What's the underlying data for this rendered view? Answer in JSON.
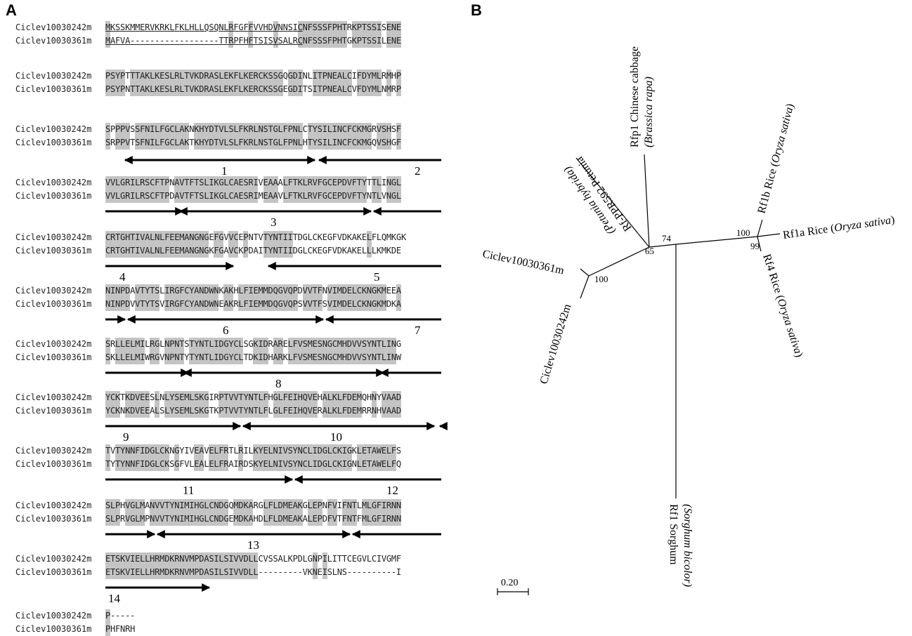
{
  "panels": {
    "a": "A",
    "b": "B"
  },
  "alignment": {
    "seq1_name": "Ciclev10030242m",
    "seq2_name": "Ciclev10030361m",
    "blocks": [
      {
        "s1": "MKSSKMMERVKRKLFKLHLLQSQNLRFGFFVVHDVNNSICNFSSSFPHTRKPTSSISENE",
        "s2": "MAFVA------------------TTRPFHFTSISVSALRCNFSSSFPHTGKPTSSILENE"
      },
      {
        "s1": "PSYPTTTAKLKESLRLTVKDRASLEKFLKERCKSSGQGDINLITPNEALCIFDYMLRMHP",
        "s2": "PSYPNTTAKLKESLRLTVKDRASLEKFLKERCKSSGEGDITSITPNEALCVFDYMLNMRP"
      },
      {
        "s1": "SPPPVSSFNILFGCLAKNKHYDTVLSLFKRLNSTGLFPNLCTYSILINCFCKMGRVSHSF",
        "s2": "SRPPVTSFNILFGCLAKTKHYDTVLSLFKRLNSTGLFPNLHTYSILINCFCKMGQVSHGF"
      },
      {
        "s1": "VVLGRILRSCFTPNAVTFTSLIKGLCAESRIVEAAALFTKLRVFGCEPDVFTYTTLINGL",
        "s2": "VVLGRILRSCFTPDAVTFTSLIKGLCAESRIMEAAVLFTKLRVFGCEPDVFTYNTLVNGL"
      },
      {
        "s1": "CRTGHTIVALNLFEEMANGNGEFGVVCEPNTVTYNTIITDGLCKEGFVDKAKELFLQMKGK",
        "s2": "CRTGHTIVALNLFEEMANGNGKFGAVCKPDAITYNTIIDGLCKEGFVDKAKELLLKMKDE"
      },
      {
        "s1": "NINPDAVTYTSLIRGFCYANDWNKAKHLFIEMMDQGVQPDVVTFNVIMDELCKNGKMEEA",
        "s2": "NINPDVVTYTSVIRGFCYANDWNEAKRLFIEMMDQGVQPSVVTFSVIMDELCKNGKMDKA"
      },
      {
        "s1": "SRLLELMILRGLNPNTSTYNTLIDGYCLSGKIDRARELFVSMESNGCMHDVVSYNTLING",
        "s2": "SKLLELMIWRGVNPNTYTYNTLIDGYCLTDKIDHARKLFVSMESNGCMHDVVSYNTLINW"
      },
      {
        "s1": "YCKTKDVEESLNLYSEMLSKGIRPTVVTYNTLFHGLFEIHQVEHALKLFDEMQHNYVAAD",
        "s2": "YCKNKDVEEALSLYSEMLSKGTKPTVVTYNTLFLGLFEIHQVERALKLFDEMRRNHVAAD"
      },
      {
        "s1": "TVTYNNFIDGLCKNGYIVEAVELFRTLRILKYELNIVSYNCLIDGLCKIGKLETAWELFS",
        "s2": "TYTYNNFIDGLCKSGFVLEALELFRAIRDSKYELNIVSYNCLIDGLCKIGNLETAWELFQ"
      },
      {
        "s1": "SLPHVGLMANVVTYNIMIHGLCNDGQMDKARGLFLDMEAKGLEPNFVIFNTLMLGFIRNN",
        "s2": "SLPRVGLMPNVVTYNIMIHGLCNDGEMDKAHDLFLDMEAKALEPDFVTFNTFMLGFIRNN"
      },
      {
        "s1": "ETSKVIELLHRMDKRNVMPDASILSIVVDLLCVSSALKPDLGNPILITTCEGVLCIVGMF",
        "s2": "ETSKVIELLHRMDKRNVMPDASILSIVVDLL---------VKNEISLNS----------I"
      },
      {
        "s1": "P-----",
        "s2": "PHFNRH"
      }
    ],
    "motifs": [
      "1",
      "2",
      "3",
      "4",
      "5",
      "6",
      "7",
      "8",
      "9",
      "10",
      "11",
      "12",
      "13",
      "14"
    ]
  },
  "tree": {
    "taxa": {
      "rfp1_name": "Rfp1 Chinese cabbage",
      "rfp1_species": "(Brassica rapa)",
      "rfppr_name": "Rf-PPR592 Petunia",
      "rfppr_species": "(Petunia  hybrida)",
      "rf1b_name": "Rf1b Rice (",
      "rf1b_species": "Oryza sativa",
      "rf1b_close": ")",
      "rf1a_name": "Rf1a Rice (",
      "rf1a_species": "Oryza sativa",
      "rf1a_close": ")",
      "rf4_name": "Rf4 Rice (",
      "rf4_species": "Oryza sativa",
      "rf4_close": ")",
      "c361": "Ciclev10030361m",
      "c242": "Ciclev10030242m",
      "rf1s_name": "Rf1 Sorghum",
      "rf1s_species": "(Sorghum bicolor)"
    },
    "bootstrap": [
      "74",
      "65",
      "100",
      "100",
      "99"
    ],
    "scale": "0.20"
  }
}
